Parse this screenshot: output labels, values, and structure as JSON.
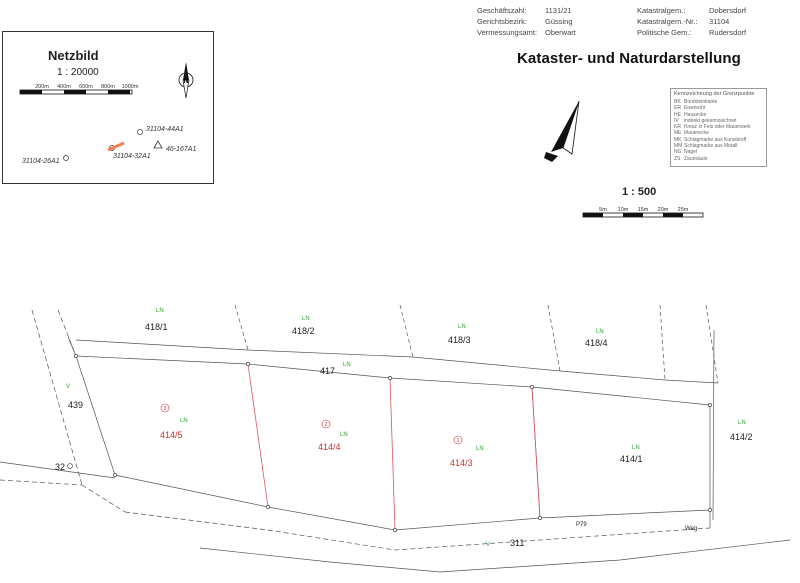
{
  "meta": {
    "rows": [
      {
        "k1": "Geschäftszahl:",
        "v1": "1131/21",
        "k2": "Katastralgem.:",
        "v2": "Dobersdorf"
      },
      {
        "k1": "Gerichtsbezirk:",
        "v1": "Güssing",
        "k2": "Katastralgem.-Nr.:",
        "v2": "31104"
      },
      {
        "k1": "Vermessungsamt:",
        "v1": "Oberwart",
        "k2": "Politische Gem.:",
        "v2": "Rudersdorf"
      }
    ]
  },
  "title": "Kataster- und Naturdarstellung",
  "netzbild": {
    "title": "Netzbild",
    "scale": "1 : 20000",
    "scale_ticks": [
      "200m",
      "400m",
      "600m",
      "800m",
      "1000m"
    ],
    "points": [
      "31104-44A1",
      "31104-32A1",
      "46-167A1",
      "31104-26A1"
    ]
  },
  "legend": {
    "title": "Kennzeichnung der Grenzpunkte",
    "items": [
      {
        "code": "BK",
        "text": "Bordsteinkante"
      },
      {
        "code": "ER",
        "text": "Eisenrohr"
      },
      {
        "code": "HE",
        "text": "Hausecke"
      },
      {
        "code": "IV",
        "text": "indirekt gekennzeichnet"
      },
      {
        "code": "KR",
        "text": "Kreuz in Fels oder Mauerwerk"
      },
      {
        "code": "ME",
        "text": "Mauerecke"
      },
      {
        "code": "MK",
        "text": "Schlagmarke aus Kunststoff"
      },
      {
        "code": "MM",
        "text": "Schlagmarke aus Metall"
      },
      {
        "code": "NG",
        "text": "Nagel"
      },
      {
        "code": "ZS",
        "text": "Zaunsäule"
      }
    ]
  },
  "scale": {
    "ratio": "1 : 500",
    "ticks": [
      "5m",
      "10m",
      "15m",
      "20m",
      "25m"
    ]
  },
  "map": {
    "parcels_top": [
      "418/1",
      "418/2",
      "418/3",
      "418/4"
    ],
    "road_parcel": "417",
    "parcels_new": [
      "414/5",
      "414/4",
      "414/3"
    ],
    "parcels_right": [
      "414/1",
      "414/2"
    ],
    "parcel_left": "439",
    "parcel_small": "32",
    "parcel_bottom": "311",
    "circle_labels": [
      "3",
      "2",
      "1"
    ],
    "use_label": "LN",
    "weg_label": "Weg",
    "road_code": "P79",
    "green_v": "V"
  }
}
